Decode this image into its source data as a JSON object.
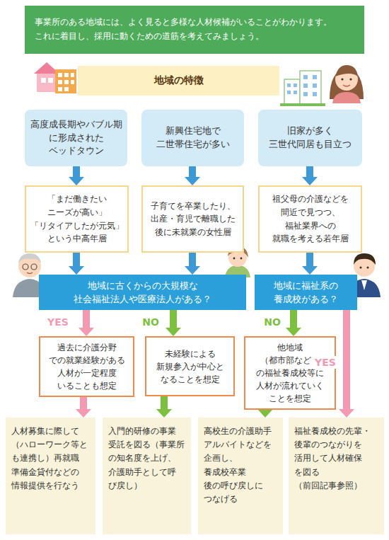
{
  "diagram": {
    "nodes": [
      {
        "text": [
          "事業所のある地域には、よく見ると多様な人材候補がいることがわかります。 これに着目し、採用に動くための道筋を考えてみましょう。"
        ]
      },
      {
        "text": [
          "地域の特徴"
        ]
      },
      {
        "text": [
          "高度成長期やバブル期 に形成された ベッドタウン"
        ]
      },
      {
        "text": [
          "新興住宅地で 二世帯住宅が多い"
        ]
      },
      {
        "text": [
          "旧家が多く 三世代同居も目立つ"
        ]
      },
      {
        "text": [
          "「まだ働きたい ニーズが高い」 「リタイアしたが元気」 という中高年層"
        ]
      },
      {
        "text": [
          "子育てを卒業したり、 出産・育児で離職した 後に未就業の女性層"
        ]
      },
      {
        "text": [
          "祖父母の介護などを 間近で見つつ、 福祉業界への 就職を考える若年層"
        ]
      },
      {
        "text": [
          "地域に古くからの大規模な 社会福祉法人や医療法人がある？"
        ]
      },
      {
        "text": [
          "地域に福祉系の 養成校がある？"
        ]
      },
      {
        "text": [
          "過去に介護分野 での就業経験がある 人材が一定程度 いることも想定"
        ]
      },
      {
        "text": [
          "未経験による 新規参入が中心と なることを想定"
        ]
      },
      {
        "text": [
          "他地域（都市部など） の福祉養成校等に 人材が流れていく ことを想定"
        ]
      },
      {
        "text": [
          "人材募集に際して （ハローワーク等と も連携し）再就職 準備金貸付などの 情報提供を行なう"
        ]
      },
      {
        "text": [
          "入門的研修の事業 受託を図る（事業所 の知名度を上げ、 介護助手として呼 び戻し）"
        ]
      },
      {
        "text": [
          "高校生の介護助手 アルバイトなどを 企画し、養成校卒業 後の呼び戻しに つなげる"
        ]
      },
      {
        "text": [
          "福祉養成校の先輩・ 後輩のつながりを 活用して人材確保 を図る （前回記事参照）"
        ]
      }
    ],
    "edges": [
      {
        "from": 2,
        "to": 5,
        "arrow": "to"
      },
      {
        "from": 3,
        "to": 6,
        "arrow": "to"
      },
      {
        "from": 4,
        "to": 7,
        "arrow": "to"
      },
      {
        "from": 5,
        "to": 8,
        "arrow": "to"
      },
      {
        "from": 6,
        "to": 8,
        "arrow": "to"
      },
      {
        "from": 7,
        "to": 9,
        "arrow": "to"
      },
      {
        "from": 8,
        "to": 10,
        "label": "YES",
        "arrow": "to"
      },
      {
        "from": 8,
        "to": 11,
        "label": "NO",
        "arrow": "to"
      },
      {
        "from": 9,
        "to": 12,
        "label": "NO",
        "arrow": "to"
      },
      {
        "from": 9,
        "to": 16,
        "label": "YES",
        "arrow": "to"
      },
      {
        "from": 10,
        "to": 13,
        "arrow": "to"
      },
      {
        "from": 11,
        "to": 14,
        "arrow": "to"
      },
      {
        "from": 12,
        "to": 15,
        "arrow": "to"
      }
    ]
  }
}
